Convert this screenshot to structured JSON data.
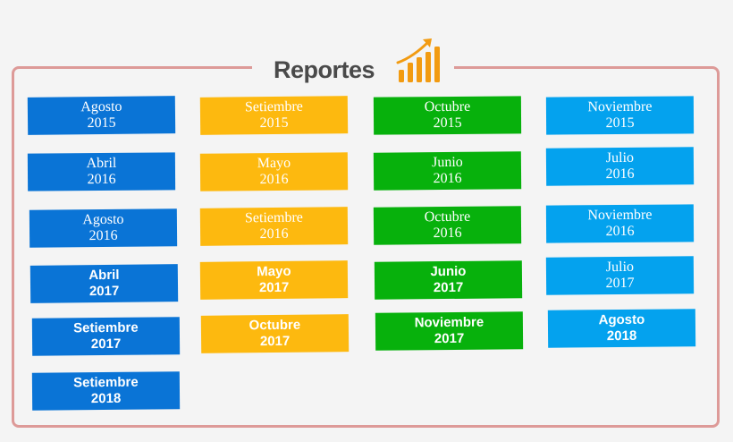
{
  "header": {
    "title": "Reportes",
    "icon": "bar-chart-growth-icon"
  },
  "colors": {
    "blue": "#0a74d6",
    "yellow": "#fdb90f",
    "green": "#07b10c",
    "light_blue": "#04a2ee",
    "frame": "#dd9a98",
    "icon": "#f29b11"
  },
  "columns": [
    {
      "color": "blue",
      "reports": [
        {
          "month": "Agosto",
          "year": "2015"
        },
        {
          "month": "Abril",
          "year": "2016"
        },
        {
          "month": "Agosto",
          "year": "2016"
        },
        {
          "month": "Abril",
          "year": "2017"
        },
        {
          "month": "Setiembre",
          "year": "2017"
        },
        {
          "month": "Setiembre",
          "year": "2018"
        }
      ]
    },
    {
      "color": "yellow",
      "reports": [
        {
          "month": "Setiembre",
          "year": "2015"
        },
        {
          "month": "Mayo",
          "year": "2016"
        },
        {
          "month": "Setiembre",
          "year": "2016"
        },
        {
          "month": "Mayo",
          "year": "2017"
        },
        {
          "month": "Octubre",
          "year": "2017"
        }
      ]
    },
    {
      "color": "green",
      "reports": [
        {
          "month": "Octubre",
          "year": "2015"
        },
        {
          "month": "Junio",
          "year": "2016"
        },
        {
          "month": "Octubre",
          "year": "2016"
        },
        {
          "month": "Junio",
          "year": "2017"
        },
        {
          "month": "Noviembre",
          "year": "2017"
        }
      ]
    },
    {
      "color": "light_blue",
      "reports": [
        {
          "month": "Noviembre",
          "year": "2015"
        },
        {
          "month": "Julio",
          "year": "2016"
        },
        {
          "month": "Noviembre",
          "year": "2016"
        },
        {
          "month": "Julio",
          "year": "2017"
        },
        {
          "month": "Agosto",
          "year": "2018"
        }
      ]
    }
  ]
}
